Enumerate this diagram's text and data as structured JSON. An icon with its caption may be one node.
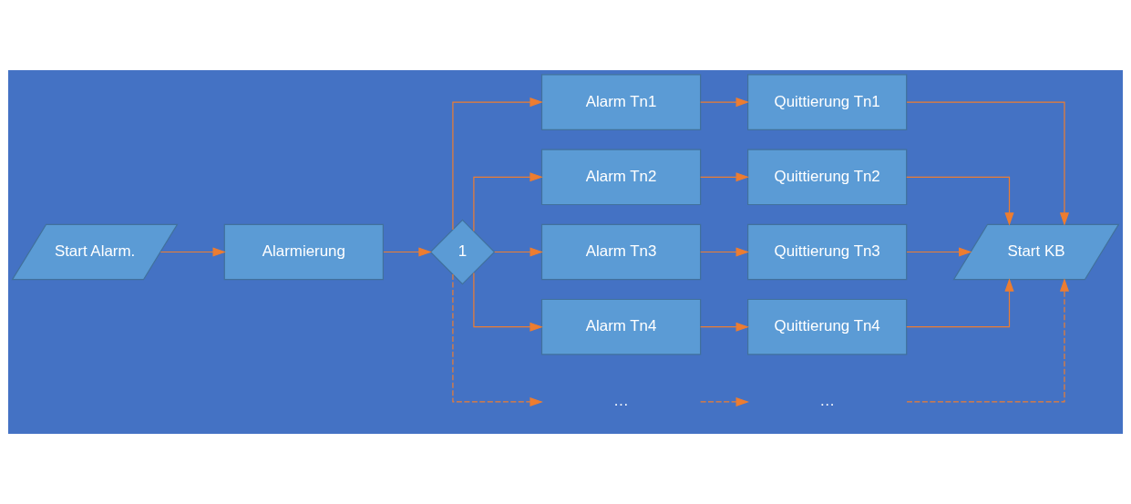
{
  "diagram": {
    "nodes": [
      {
        "text": [
          "Start Alarm."
        ]
      },
      {
        "text": [
          "Alarmierung"
        ]
      },
      {
        "text": [
          "1"
        ]
      },
      {
        "text": [
          "Alarm Tn1"
        ]
      },
      {
        "text": [
          "Quittierung Tn1"
        ]
      },
      {
        "text": [
          "Alarm Tn2"
        ]
      },
      {
        "text": [
          "Quittierung Tn2"
        ]
      },
      {
        "text": [
          "Alarm Tn3"
        ]
      },
      {
        "text": [
          "Quittierung Tn3"
        ]
      },
      {
        "text": [
          "Alarm Tn4"
        ]
      },
      {
        "text": [
          "Quittierung Tn4"
        ]
      },
      {
        "text": [
          "…"
        ]
      },
      {
        "text": [
          "…"
        ]
      },
      {
        "text": [
          "Start KB"
        ]
      }
    ],
    "edges": [
      {
        "from": 0,
        "to": 1,
        "arrow": "to"
      },
      {
        "from": 1,
        "to": 2,
        "arrow": "to"
      },
      {
        "from": 2,
        "to": 3,
        "arrow": "to"
      },
      {
        "from": 2,
        "to": 5,
        "arrow": "to"
      },
      {
        "from": 2,
        "to": 7,
        "arrow": "to"
      },
      {
        "from": 2,
        "to": 9,
        "arrow": "to"
      },
      {
        "from": 2,
        "to": 11,
        "arrow": "to",
        "style": "dashed"
      },
      {
        "from": 3,
        "to": 4,
        "arrow": "to"
      },
      {
        "from": 5,
        "to": 6,
        "arrow": "to"
      },
      {
        "from": 7,
        "to": 8,
        "arrow": "to"
      },
      {
        "from": 9,
        "to": 10,
        "arrow": "to"
      },
      {
        "from": 11,
        "to": 12,
        "arrow": "to",
        "style": "dashed"
      },
      {
        "from": 4,
        "to": 13,
        "arrow": "to"
      },
      {
        "from": 6,
        "to": 13,
        "arrow": "to"
      },
      {
        "from": 8,
        "to": 13,
        "arrow": "to"
      },
      {
        "from": 10,
        "to": 13,
        "arrow": "to"
      },
      {
        "from": 12,
        "to": 13,
        "arrow": "to",
        "style": "dashed"
      }
    ]
  }
}
